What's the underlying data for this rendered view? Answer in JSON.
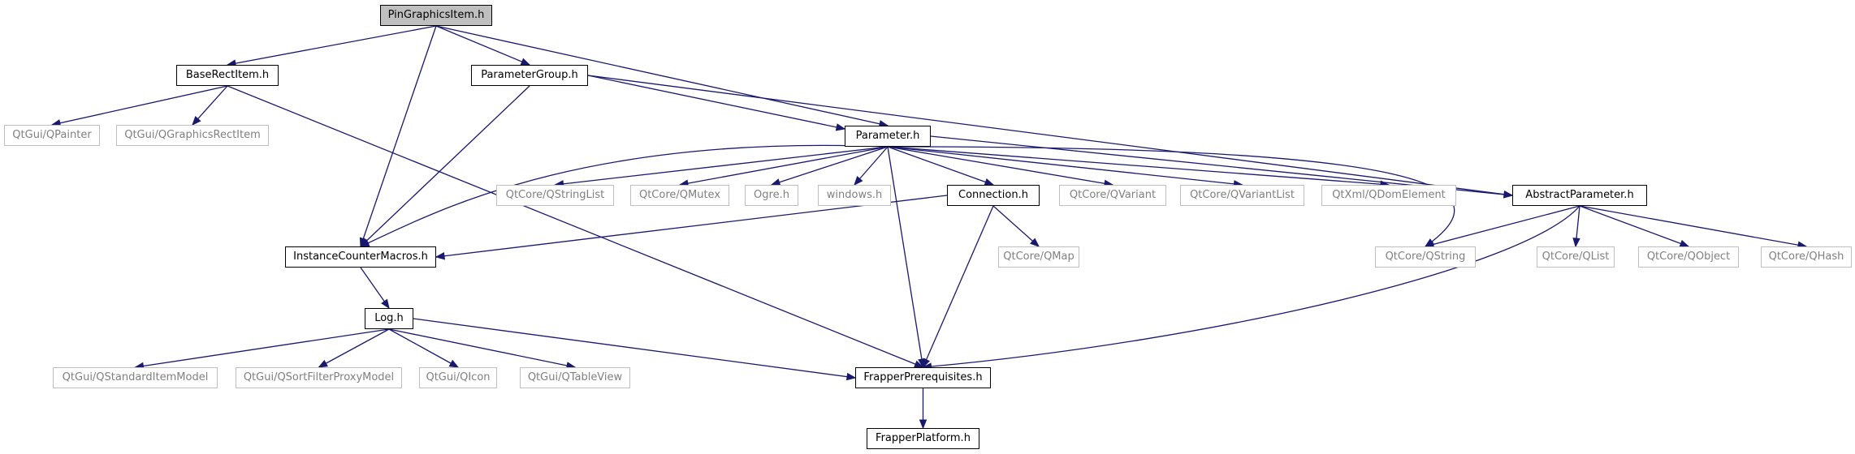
{
  "nodes": [
    {
      "id": "pingraphicsitem",
      "label": "PinGraphicsItem.h",
      "kind": "root"
    },
    {
      "id": "baserectitem",
      "label": "BaseRectItem.h",
      "kind": "local"
    },
    {
      "id": "parametergroup",
      "label": "ParameterGroup.h",
      "kind": "local"
    },
    {
      "id": "qpainter",
      "label": "QtGui/QPainter",
      "kind": "ext"
    },
    {
      "id": "qgraphicsrectitem",
      "label": "QtGui/QGraphicsRectItem",
      "kind": "ext"
    },
    {
      "id": "parameter",
      "label": "Parameter.h",
      "kind": "local"
    },
    {
      "id": "qstringlist",
      "label": "QtCore/QStringList",
      "kind": "ext"
    },
    {
      "id": "qmutex",
      "label": "QtCore/QMutex",
      "kind": "ext"
    },
    {
      "id": "ogre",
      "label": "Ogre.h",
      "kind": "ext"
    },
    {
      "id": "windows",
      "label": "windows.h",
      "kind": "ext"
    },
    {
      "id": "connection",
      "label": "Connection.h",
      "kind": "local"
    },
    {
      "id": "qvariant",
      "label": "QtCore/QVariant",
      "kind": "ext"
    },
    {
      "id": "qvariantlist",
      "label": "QtCore/QVariantList",
      "kind": "ext"
    },
    {
      "id": "qdomelement",
      "label": "QtXml/QDomElement",
      "kind": "ext"
    },
    {
      "id": "abstractparameter",
      "label": "AbstractParameter.h",
      "kind": "local"
    },
    {
      "id": "instancecountermacros",
      "label": "InstanceCounterMacros.h",
      "kind": "local"
    },
    {
      "id": "qmap",
      "label": "QtCore/QMap",
      "kind": "ext"
    },
    {
      "id": "qstring",
      "label": "QtCore/QString",
      "kind": "ext"
    },
    {
      "id": "qlist",
      "label": "QtCore/QList",
      "kind": "ext"
    },
    {
      "id": "qobject",
      "label": "QtCore/QObject",
      "kind": "ext"
    },
    {
      "id": "qhash",
      "label": "QtCore/QHash",
      "kind": "ext"
    },
    {
      "id": "log",
      "label": "Log.h",
      "kind": "local"
    },
    {
      "id": "qstandarditemmodel",
      "label": "QtGui/QStandardItemModel",
      "kind": "ext"
    },
    {
      "id": "qsortfilterproxymodel",
      "label": "QtGui/QSortFilterProxyModel",
      "kind": "ext"
    },
    {
      "id": "qicon",
      "label": "QtGui/QIcon",
      "kind": "ext"
    },
    {
      "id": "qtableview",
      "label": "QtGui/QTableView",
      "kind": "ext"
    },
    {
      "id": "frapperprerequisites",
      "label": "FrapperPrerequisites.h",
      "kind": "local"
    },
    {
      "id": "frapperplatform",
      "label": "FrapperPlatform.h",
      "kind": "local"
    }
  ],
  "edges": [
    {
      "from": "pingraphicsitem",
      "to": "baserectitem"
    },
    {
      "from": "pingraphicsitem",
      "to": "parametergroup"
    },
    {
      "from": "pingraphicsitem",
      "to": "parameter"
    },
    {
      "from": "pingraphicsitem",
      "to": "instancecountermacros"
    },
    {
      "from": "baserectitem",
      "to": "qpainter"
    },
    {
      "from": "baserectitem",
      "to": "qgraphicsrectitem"
    },
    {
      "from": "baserectitem",
      "to": "frapperprerequisites"
    },
    {
      "from": "parametergroup",
      "to": "parameter"
    },
    {
      "from": "parametergroup",
      "to": "abstractparameter"
    },
    {
      "from": "parametergroup",
      "to": "instancecountermacros"
    },
    {
      "from": "parameter",
      "to": "qstringlist"
    },
    {
      "from": "parameter",
      "to": "qmutex"
    },
    {
      "from": "parameter",
      "to": "ogre"
    },
    {
      "from": "parameter",
      "to": "windows"
    },
    {
      "from": "parameter",
      "to": "connection"
    },
    {
      "from": "parameter",
      "to": "qvariant"
    },
    {
      "from": "parameter",
      "to": "qvariantlist"
    },
    {
      "from": "parameter",
      "to": "qdomelement"
    },
    {
      "from": "parameter",
      "to": "abstractparameter"
    },
    {
      "from": "parameter",
      "to": "qstring"
    },
    {
      "from": "parameter",
      "to": "instancecountermacros"
    },
    {
      "from": "parameter",
      "to": "frapperprerequisites"
    },
    {
      "from": "connection",
      "to": "instancecountermacros"
    },
    {
      "from": "connection",
      "to": "qmap"
    },
    {
      "from": "connection",
      "to": "frapperprerequisites"
    },
    {
      "from": "abstractparameter",
      "to": "qstring"
    },
    {
      "from": "abstractparameter",
      "to": "qlist"
    },
    {
      "from": "abstractparameter",
      "to": "qobject"
    },
    {
      "from": "abstractparameter",
      "to": "qhash"
    },
    {
      "from": "abstractparameter",
      "to": "frapperprerequisites"
    },
    {
      "from": "instancecountermacros",
      "to": "log"
    },
    {
      "from": "log",
      "to": "qstandarditemmodel"
    },
    {
      "from": "log",
      "to": "qsortfilterproxymodel"
    },
    {
      "from": "log",
      "to": "qicon"
    },
    {
      "from": "log",
      "to": "qtableview"
    },
    {
      "from": "log",
      "to": "frapperprerequisites"
    },
    {
      "from": "frapperprerequisites",
      "to": "frapperplatform"
    }
  ],
  "colors": {
    "edge": "#191970",
    "local_border": "#000000",
    "external_border": "#bfbfbf",
    "external_text": "#808080",
    "root_fill": "#bfbfbf"
  }
}
